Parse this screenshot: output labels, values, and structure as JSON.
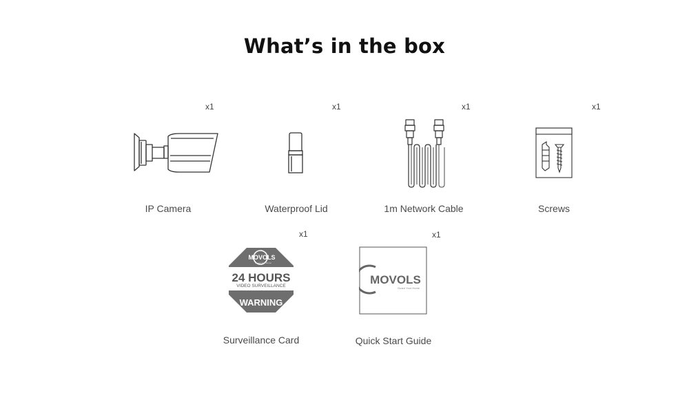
{
  "page": {
    "title": "What’s in the box"
  },
  "items": [
    {
      "name": "IP Camera",
      "qty": "x1"
    },
    {
      "name": "Waterproof Lid",
      "qty": "x1"
    },
    {
      "name": "1m Network Cable",
      "qty": "x1"
    },
    {
      "name": "Screws",
      "qty": "x1"
    },
    {
      "name": "Surveillance Card",
      "qty": "x1"
    },
    {
      "name": "Quick Start Guide",
      "qty": "x1"
    }
  ],
  "card": {
    "brand": "MOVOLS",
    "slogan": "Guard Your Home",
    "hours": "24 HOURS",
    "subtitle": "VIDEO SURVEILLANCE",
    "warning": "WARNING"
  },
  "guide": {
    "brand": "MOVOLS",
    "slogan": "Guard Your Home"
  },
  "colors": {
    "title": "#111111",
    "label": "#4a4a4a",
    "card_gray": "#6e6e6e",
    "line": "#333333"
  }
}
